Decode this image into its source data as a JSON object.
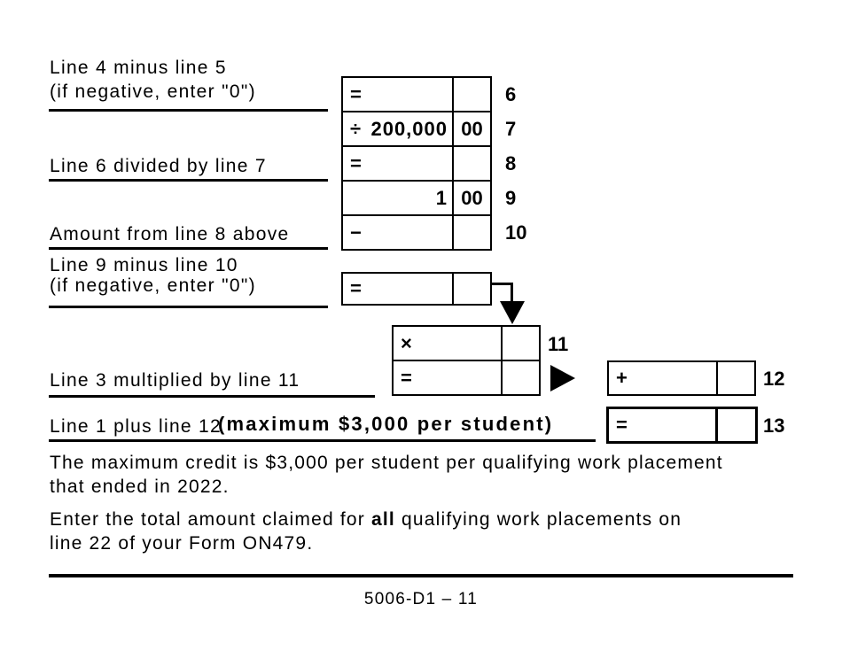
{
  "ink_color": "#000000",
  "paper_color": "#ffffff",
  "labels": {
    "row6_line1": "Line 4 minus line 5",
    "row6_line2": "(if negative, enter \"0\")",
    "row8": "Line 6 divided by line 7",
    "row10": "Amount from line 8 above",
    "result9_line1": "Line 9 minus line 10",
    "result9_line2": "(if negative, enter \"0\")",
    "row12": "Line 3 multiplied by line 11",
    "row13": "Line 1 plus line 12",
    "row13_note": "(maximum $3,000 per student)"
  },
  "stack_rows": [
    {
      "op": "=",
      "amount": "",
      "cents": "",
      "num": "6"
    },
    {
      "op": "÷",
      "amount": "200,000",
      "cents": "00",
      "num": "7"
    },
    {
      "op": "=",
      "amount": "",
      "cents": "",
      "num": "8"
    },
    {
      "op": "",
      "amount": "1",
      "cents": "00",
      "num": "9"
    },
    {
      "op": "−",
      "amount": "",
      "cents": "",
      "num": "10"
    }
  ],
  "boxes": {
    "result9": {
      "op": "=",
      "amount": "",
      "cents": ""
    },
    "mult": {
      "op": "×",
      "amount": "",
      "cents": "",
      "num": "11"
    },
    "result3": {
      "op": "=",
      "amount": "",
      "cents": ""
    },
    "plus": {
      "op": "+",
      "amount": "",
      "cents": "",
      "num": "12"
    },
    "total": {
      "op": "=",
      "amount": "",
      "cents": "",
      "num": "13"
    }
  },
  "icons": {
    "flow_down": "arrow-down",
    "flow_right": "arrow-right"
  },
  "paragraphs": {
    "p1_line1": "The maximum credit is $3,000 per student per qualifying work placement",
    "p1_line2": "that ended in 2022.",
    "p2_part1": "Enter the total amount claimed for ",
    "p2_bold": "all",
    "p2_part2": " qualifying work placements on",
    "p2_line2": "line 22 of your Form ON479."
  },
  "footer": {
    "page_label": "5006-D1 – 11"
  }
}
